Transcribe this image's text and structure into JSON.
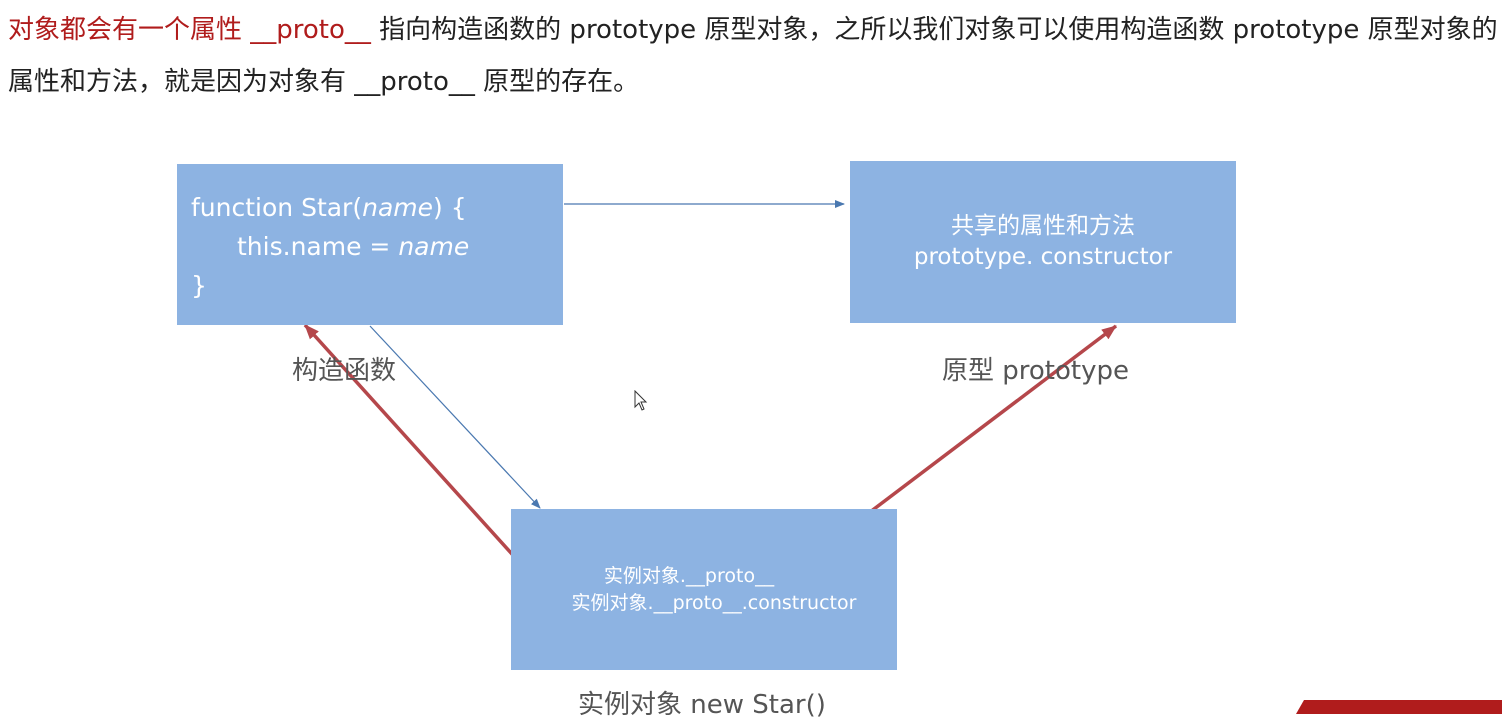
{
  "intro": {
    "part1": "对象都会有一个属性 __proto__ ",
    "part2": "指向构造函数的 prototype 原型对象，之所以我们对象可以使用构造函数 prototype 原型对象的属性和方法，就是因为对象有 __proto__ 原型的存在。"
  },
  "constructor_box": {
    "line1_prefix": "function Star(",
    "line1_param": "name",
    "line1_suffix": ") {",
    "line2_prefix": "this.name = ",
    "line2_value": "name",
    "line3": "}"
  },
  "prototype_box": {
    "line1": "共享的属性和方法",
    "line2": "prototype. constructor"
  },
  "instance_box": {
    "line1": "实例对象.__proto__",
    "line2": "实例对象.__proto__.constructor"
  },
  "captions": {
    "constructor": "构造函数",
    "prototype": "原型 prototype",
    "instance": "实例对象 new Star()"
  },
  "colors": {
    "box_fill": "#8db3e2",
    "highlight_text": "#b01c1c",
    "red_arrow": "#b5474b",
    "blue_arrow": "#4a78b0"
  }
}
